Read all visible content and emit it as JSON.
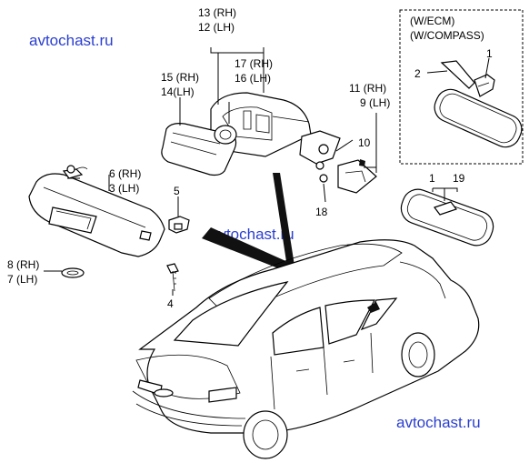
{
  "watermarks": [
    "avtochast.ru",
    "avtochast.ru",
    "avtochast.ru"
  ],
  "inset": {
    "line1": "(W/ECM)",
    "line2": "(W/COMPASS)"
  },
  "callouts": {
    "c13": "13 (RH)",
    "c12": "12 (LH)",
    "c17": "17 (RH)",
    "c16": "16 (LH)",
    "c15": "15 (RH)",
    "c14": "14(LH)",
    "c11": "11 (RH)",
    "c9": "9 (LH)",
    "c10": "10",
    "c18": "18",
    "c2": "2",
    "c1a": "1",
    "c1b": "1",
    "c19": "19",
    "c6": "6 (RH)",
    "c3": "3 (LH)",
    "c5": "5",
    "c4": "4",
    "c8": "8 (RH)",
    "c7": "7 (LH)"
  }
}
